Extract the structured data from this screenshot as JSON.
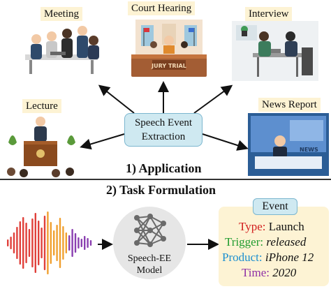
{
  "scenes": {
    "meeting": "Meeting",
    "court": "Court Hearing",
    "interview": "Interview",
    "lecture": "Lecture",
    "news": "News Report",
    "jury_sign": "JURY TRIAL",
    "news_screen": "NEWS"
  },
  "center": {
    "line1": "Speech Event",
    "line2": "Extraction"
  },
  "section1": "1) Application",
  "section2": "2) Task Formulation",
  "model": {
    "line1": "Speech-EE",
    "line2": "Model"
  },
  "event": {
    "title": "Event",
    "fields": [
      {
        "key": "Type:",
        "value": "Launch",
        "color": "#d21f1f"
      },
      {
        "key": "Trigger:",
        "value": "released",
        "color": "#1e9b2e"
      },
      {
        "key": "Product:",
        "value": "iPhone 12",
        "color": "#1c8fd0"
      },
      {
        "key": "Time:",
        "value": "2020",
        "color": "#8e2fa5"
      }
    ]
  },
  "colors": {
    "accent_box": "#cfe9f1",
    "label_bg": "#fdf3d4",
    "waveform_red": "#e0403a",
    "waveform_orange": "#f0a030",
    "waveform_purple": "#8a3fb0"
  }
}
